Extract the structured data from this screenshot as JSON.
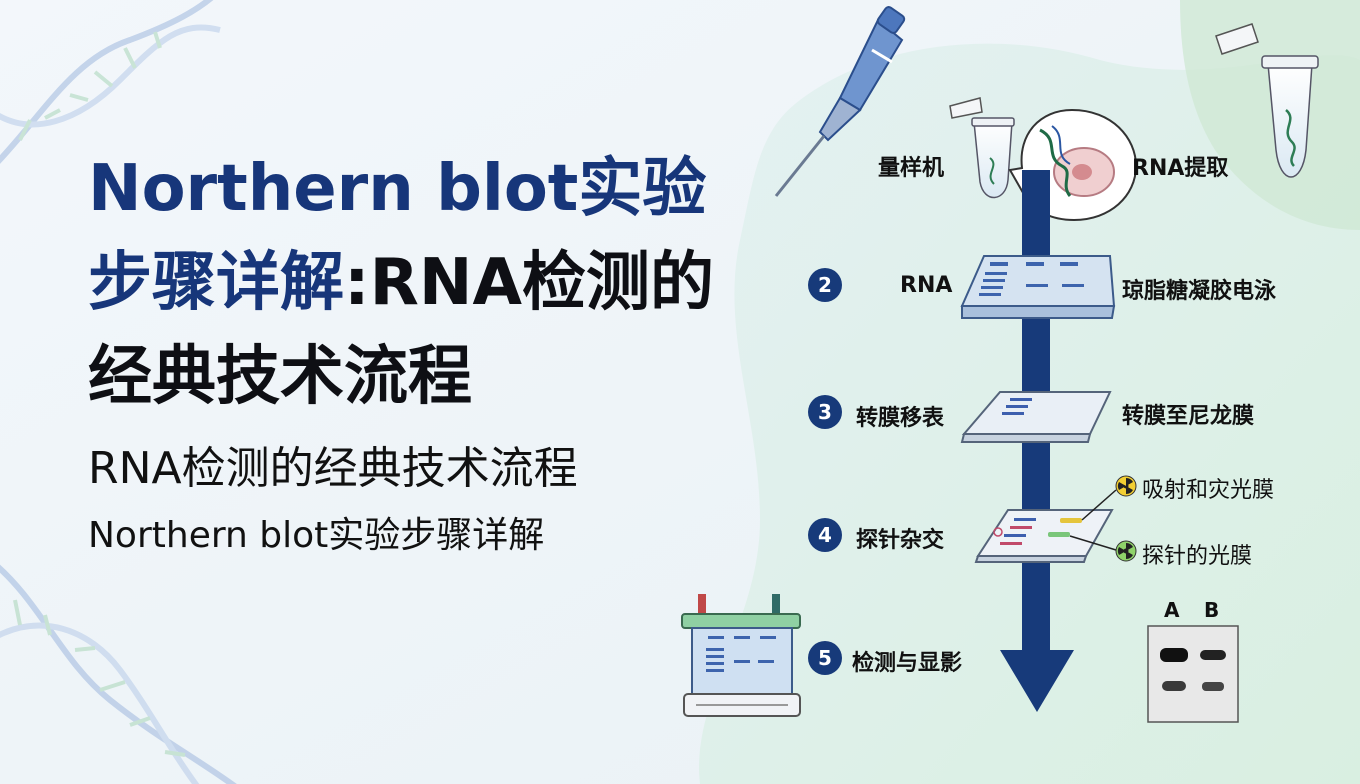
{
  "title": {
    "line1": "Northern blot实验",
    "line2a": "步骤详解",
    "line2b": ":RNA检测的",
    "line3": "经典技术流程"
  },
  "subtitle1": "RNA检测的经典技术流程",
  "subtitle2": "Northern blot实验步骤详解",
  "steps": {
    "s1_left": "量样机",
    "s1_right": "RNA提取",
    "s2_num": "2",
    "s2_left": "RNA",
    "s2_right": "琼脂糖凝胶电泳",
    "s3_num": "3",
    "s3_left": "转膜移表",
    "s3_right": "转膜至尼龙膜",
    "s4_num": "4",
    "s4_left": "探针杂交",
    "s4_right_top": "吸射和灾光膜",
    "s4_right_bottom": "探针的光膜",
    "s5_num": "5",
    "s5_left": "检测与显影"
  },
  "result": {
    "lane_a": "A",
    "lane_b": "B"
  },
  "colors": {
    "navy": "#173a7a",
    "pipette_blue": "#6f95cf",
    "green_bg": "#d8eedd"
  }
}
